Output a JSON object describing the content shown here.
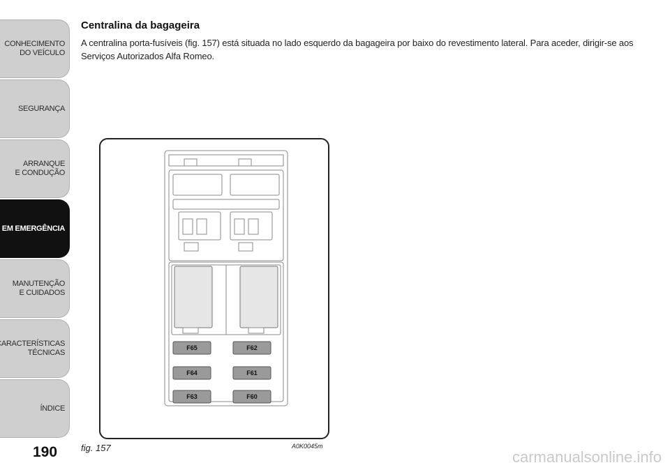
{
  "sidebar": {
    "tabs": [
      {
        "label": "CONHECIMENTO\nDO VEÍCULO",
        "active": false
      },
      {
        "label": "SEGURANÇA",
        "active": false
      },
      {
        "label": "ARRANQUE\nE CONDUÇÃO",
        "active": false
      },
      {
        "label": "EM EMERGÊNCIA",
        "active": true
      },
      {
        "label": "MANUTENÇÃO\nE CUIDADOS",
        "active": false
      },
      {
        "label": "CARACTERÍSTICAS\nTÉCNICAS",
        "active": false
      },
      {
        "label": "ÍNDICE",
        "active": false
      }
    ],
    "active_color": "#111111",
    "inactive_color": "#cfcfcf"
  },
  "page_number": "190",
  "section": {
    "title": "Centralina da bagageira",
    "body": "A centralina porta-fusíveis (fig. 157) está situada no lado esquerdo da bagageira por baixo do revestimento lateral. Para aceder, dirigir-se aos Serviços Autorizados Alfa Romeo."
  },
  "figure": {
    "caption": "fig. 157",
    "code": "A0K0045m",
    "fuses_left": [
      "F65",
      "F64",
      "F63"
    ],
    "fuses_right": [
      "F62",
      "F61",
      "F60"
    ]
  },
  "watermark": "carmanualsonline.info"
}
